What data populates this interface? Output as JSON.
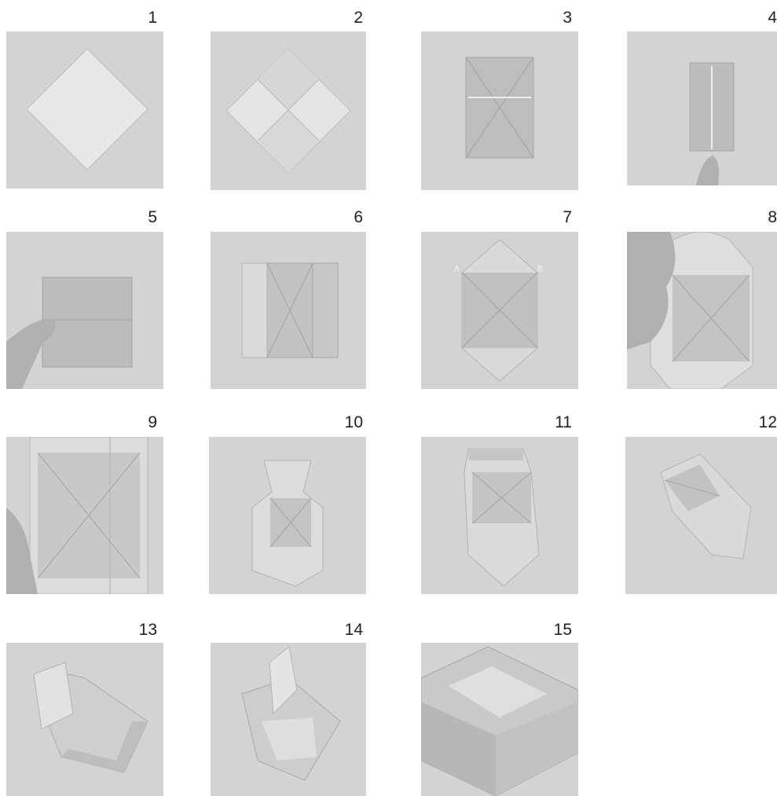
{
  "title": "",
  "steps": [
    {
      "label": "1"
    },
    {
      "label": "2"
    },
    {
      "label": "3"
    },
    {
      "label": "4"
    },
    {
      "label": "5"
    },
    {
      "label": "6"
    },
    {
      "label": "7"
    },
    {
      "label": "8"
    },
    {
      "label": "9"
    },
    {
      "label": "10"
    },
    {
      "label": "11"
    },
    {
      "label": "12"
    },
    {
      "label": "13"
    },
    {
      "label": "14"
    },
    {
      "label": "15"
    }
  ],
  "markers": {
    "step7_left": "A",
    "step7_right": "B"
  },
  "colors": {
    "background": "#d2d2d2",
    "paper_light": "#e6e6e6",
    "paper_mid": "#c2c2c2",
    "paper_dark": "#a8a8a8",
    "hand": "#b0b0b0"
  }
}
